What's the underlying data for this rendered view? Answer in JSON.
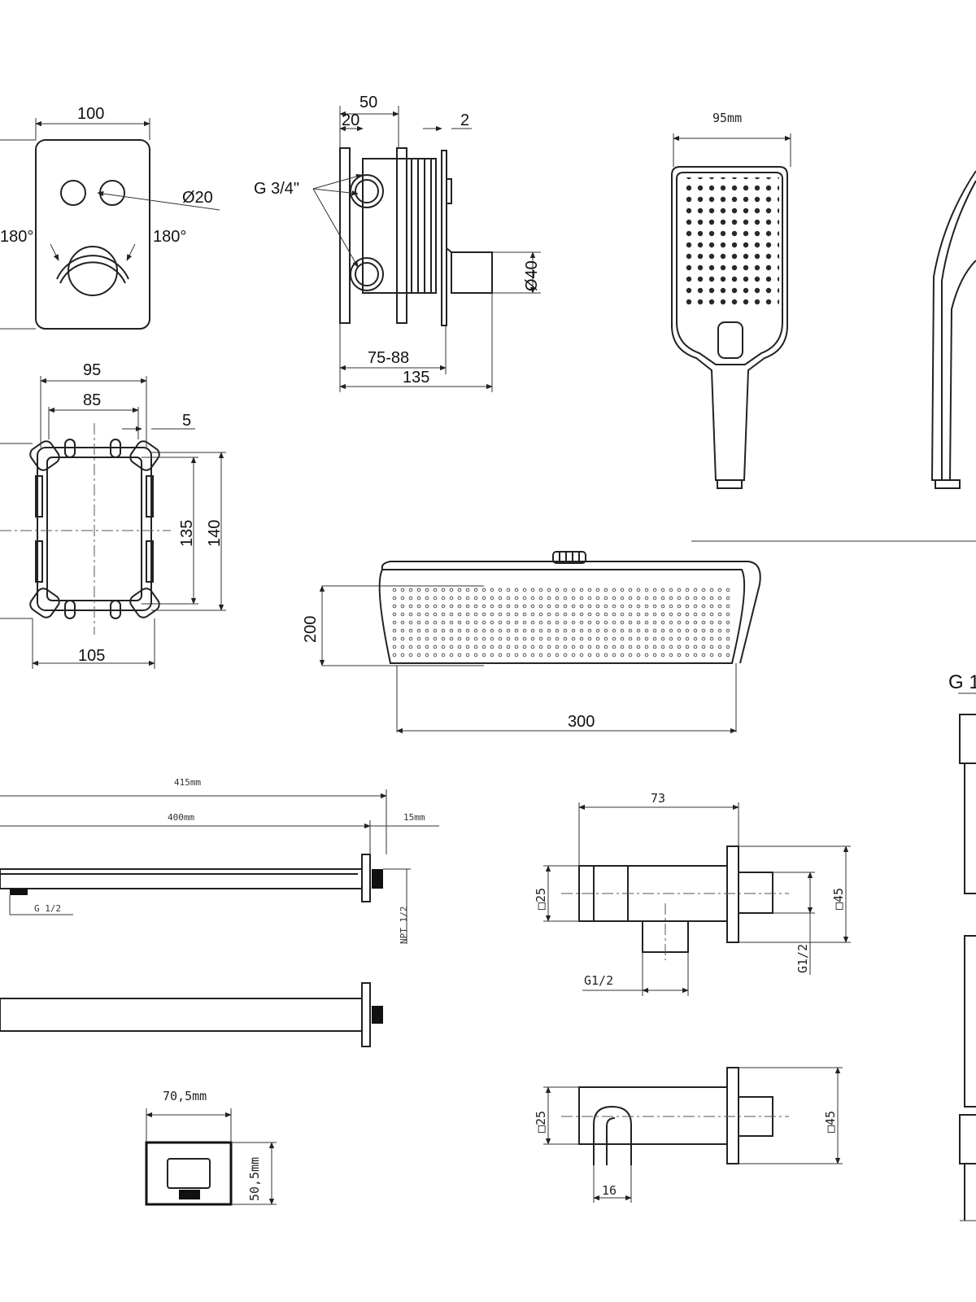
{
  "mixer": {
    "width": "100",
    "button_dia": "Ø20",
    "rot_left": "180°",
    "rot_right": "180°"
  },
  "valve_body": {
    "depth_total": "50",
    "inlet_offset": "20",
    "plate": "2",
    "thread": "G 3/4\"",
    "knob_dia": "Ø40",
    "install": "75-88",
    "overall": "135"
  },
  "box_frame": {
    "outer_top": "95",
    "inner": "85",
    "flange": "5",
    "inner_h": "135",
    "outer_h": "140",
    "bottom": "105"
  },
  "hand_shower": {
    "width": "95mm"
  },
  "head_shower": {
    "height": "200",
    "width": "300"
  },
  "arm": {
    "total": "415mm",
    "length": "400mm",
    "flange": "15mm",
    "thread_in": "G 1/2",
    "thread_out": "NPT 1/2"
  },
  "outlet_elbow": {
    "width": "73",
    "tube": "□25",
    "flange": "□45",
    "thread_side": "G1/2",
    "thread_bottom": "G1/2"
  },
  "holder": {
    "tube": "□25",
    "flange": "□45",
    "slot": "16"
  },
  "small_outlet": {
    "width": "70,5mm",
    "height": "50,5mm"
  },
  "partial_right": {
    "label": "G 1"
  }
}
